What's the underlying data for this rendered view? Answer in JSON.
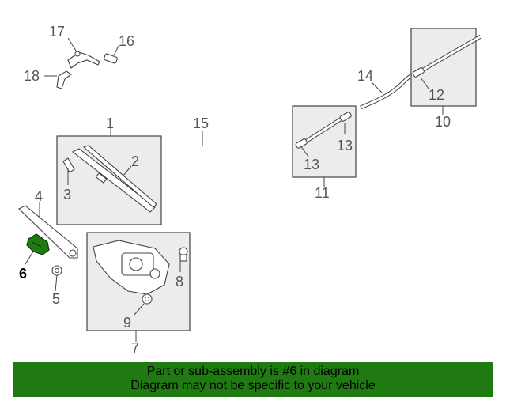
{
  "diagram": {
    "callouts": {
      "p1": "1",
      "p2": "2",
      "p3": "3",
      "p4": "4",
      "p5": "5",
      "p6": "6",
      "p7": "7",
      "p8": "8",
      "p9": "9",
      "p10": "10",
      "p11": "11",
      "p12": "12",
      "p13a": "13",
      "p13b": "13",
      "p14": "14",
      "p15": "15",
      "p16": "16",
      "p17": "17",
      "p18": "18"
    },
    "highlighted_part": "6",
    "highlight_color": "#1f7a12"
  },
  "banner": {
    "line1": "Part or sub-assembly is #6 in diagram",
    "line2": "Diagram may not be specific to your vehicle",
    "background": "#1f7a12"
  }
}
